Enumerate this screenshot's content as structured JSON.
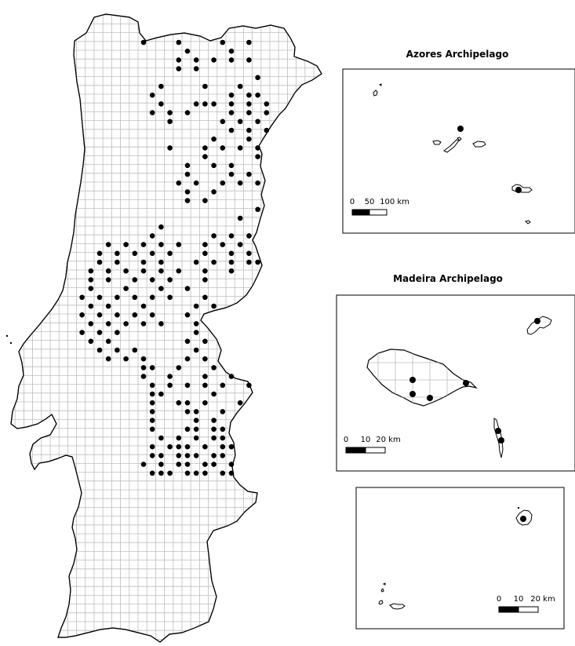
{
  "map": {
    "insets": {
      "azores": {
        "title": "Azores Archipelago",
        "scale_labels": [
          "0",
          "50",
          "100 km"
        ]
      },
      "madeira": {
        "title": "Madeira Archipelago",
        "scale_labels": [
          "0",
          "10",
          "20 km"
        ]
      },
      "selvagens": {
        "title": "",
        "scale_labels": [
          "0",
          "10",
          "20 km"
        ]
      }
    },
    "colors": {
      "land": "#ffffff",
      "outline": "#000000",
      "grid": "#bdbdbd",
      "record": "#000000",
      "frame": "#000000"
    },
    "symbols": {
      "record": "filled-dot"
    }
  }
}
